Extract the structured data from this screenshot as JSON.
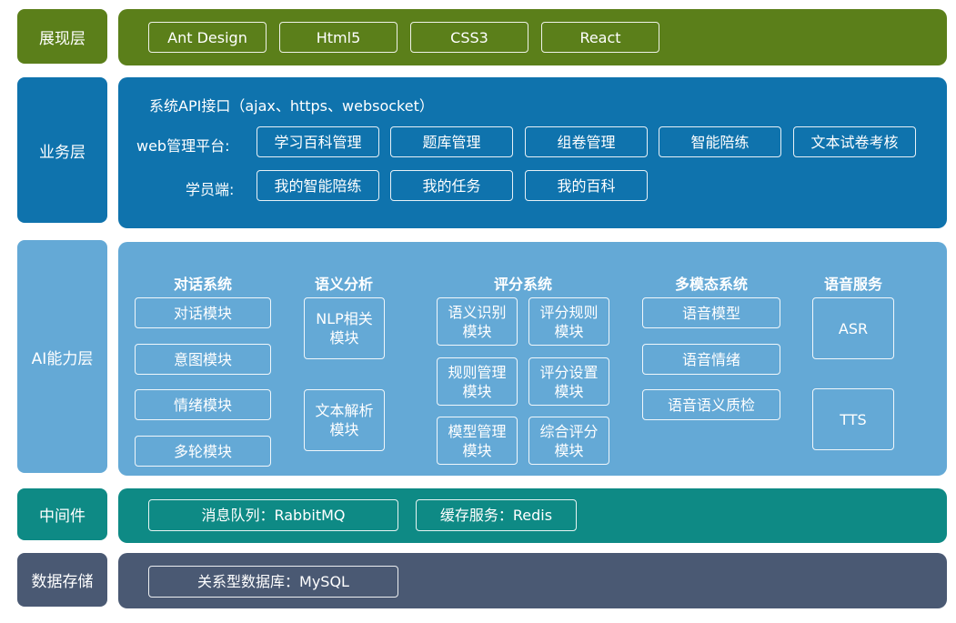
{
  "layers": {
    "presentation": {
      "label": "展现层",
      "items": [
        "Ant Design",
        "Html5",
        "CSS3",
        "React"
      ]
    },
    "business": {
      "label": "业务层",
      "api_line": "系统API接口（ajax、https、websocket）",
      "web_label": "web管理平台:",
      "web_items": [
        "学习百科管理",
        "题库管理",
        "组卷管理",
        "智能陪练",
        "文本试卷考核"
      ],
      "student_label": "学员端:",
      "student_items": [
        "我的智能陪练",
        "我的任务",
        "我的百科"
      ]
    },
    "ai": {
      "label": "AI能力层",
      "dialog": {
        "title": "对话系统",
        "items": [
          "对话模块",
          "意图模块",
          "情绪模块",
          "多轮模块"
        ]
      },
      "semantic": {
        "title": "语义分析",
        "items": [
          "NLP相关\n模块",
          "文本解析\n模块"
        ]
      },
      "scoring": {
        "title": "评分系统",
        "items": [
          "语义识别\n模块",
          "评分规则\n模块",
          "规则管理\n模块",
          "评分设置\n模块",
          "模型管理\n模块",
          "综合评分\n模块"
        ]
      },
      "multimodal": {
        "title": "多模态系统",
        "items": [
          "语音模型",
          "语音情绪",
          "语音语义质检"
        ]
      },
      "speech": {
        "title": "语音服务",
        "items": [
          "ASR",
          "TTS"
        ]
      }
    },
    "middleware": {
      "label": "中间件",
      "items": [
        "消息队列：RabbitMQ",
        "缓存服务：Redis"
      ]
    },
    "storage": {
      "label": "数据存储",
      "items": [
        "关系型数据库：MySQL"
      ]
    }
  },
  "colors": {
    "presentation": "#5b7f1a",
    "business": "#0f73ad",
    "ai": "#64a9d6",
    "middleware": "#0e8a85",
    "storage": "#4a5973"
  }
}
